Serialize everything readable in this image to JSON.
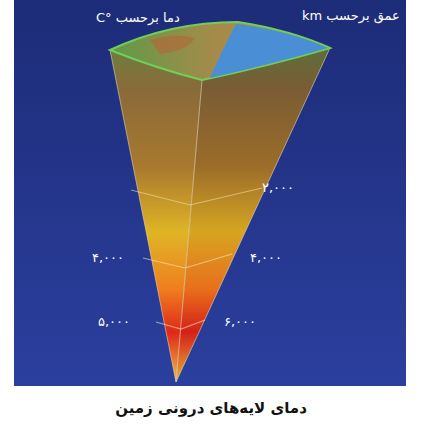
{
  "diagram": {
    "caption": "دمای لایه‌های درونی زمین",
    "labels": [
      "دما برحسب °C",
      "عمق برحسب km",
      "۲,۰۰۰",
      "۴,۰۰۰",
      "۴,۰۰۰",
      "۵,۰۰۰",
      "۶,۰۰۰"
    ]
  }
}
